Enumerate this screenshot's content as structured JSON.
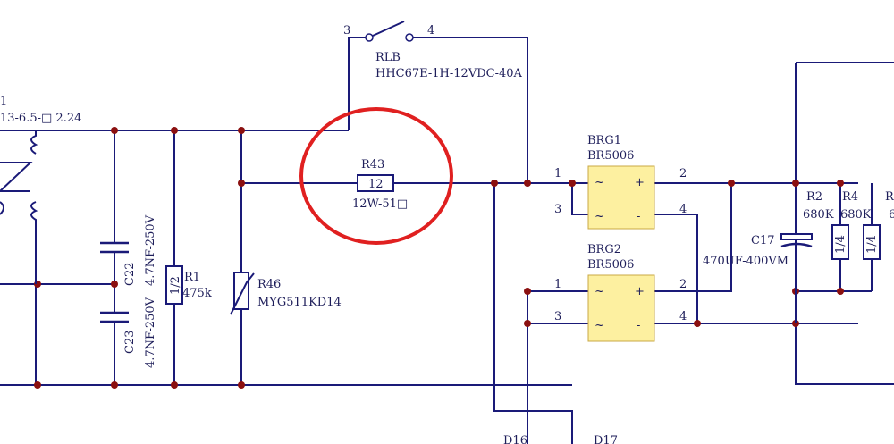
{
  "diagram": {
    "colors": {
      "wire": "#1a1a78",
      "node": "#8b1010",
      "bridge_fill": "#fdf0a0",
      "highlight": "#e02020",
      "text": "#1e1e5a"
    },
    "inductor_label_1": "1",
    "inductor_label_2": "13-6.5-□ 2.24",
    "relay": {
      "ref": "RLB",
      "part": "HHC67E-1H-12VDC-40A",
      "pin_left": "3",
      "pin_right": "4"
    },
    "r43": {
      "ref": "R43",
      "value": "12W-51□",
      "body": "12"
    },
    "c22": {
      "ref": "C22",
      "value": "4.7NF-250V"
    },
    "c23": {
      "ref": "C23",
      "value": "4.7NF-250V"
    },
    "r1": {
      "ref": "R1",
      "value": "475k",
      "body": "1/2"
    },
    "r46": {
      "ref": "R46",
      "value": "MYG511KD14"
    },
    "brg1": {
      "ref": "BRG1",
      "part": "BR5006",
      "pin1": "1",
      "pin2": "2",
      "pin3": "3",
      "pin4": "4",
      "ac1": "~",
      "ac2": "~",
      "plus": "+",
      "minus": "-"
    },
    "brg2": {
      "ref": "BRG2",
      "part": "BR5006",
      "pin1": "1",
      "pin2": "2",
      "pin3": "3",
      "pin4": "4",
      "ac1": "~",
      "ac2": "~",
      "plus": "+",
      "minus": "-"
    },
    "c17": {
      "ref": "C17",
      "value": "470UF-400VM"
    },
    "r2": {
      "ref": "R2",
      "value": "680K",
      "body": "1/4"
    },
    "r4": {
      "ref": "R4",
      "value": "680K",
      "body": "1/4"
    },
    "r_edge": {
      "ref": "R",
      "value": "6"
    },
    "d16": {
      "ref": "D16"
    },
    "d17": {
      "ref": "D17"
    }
  }
}
